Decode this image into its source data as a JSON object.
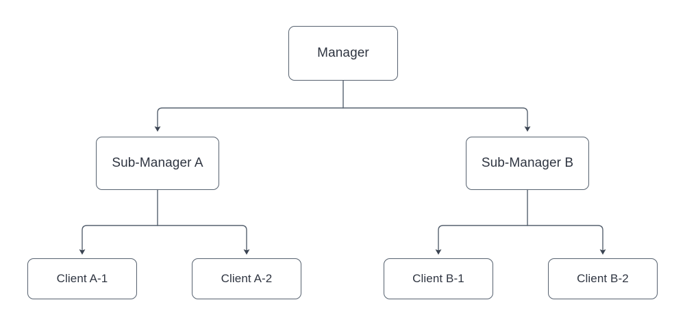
{
  "diagram": {
    "type": "hierarchy-flowchart",
    "orientation": "top-down",
    "background_color": "#ffffff",
    "node_fill_color": "#ffffff",
    "node_border_color": "#55606e",
    "edge_color": "#55606e",
    "text_color": "#2e3440",
    "levels": 3,
    "nodes": [
      {
        "id": "manager",
        "label": "Manager",
        "level": 1
      },
      {
        "id": "sub_a",
        "label": "Sub-Manager A",
        "level": 2
      },
      {
        "id": "sub_b",
        "label": "Sub-Manager B",
        "level": 2
      },
      {
        "id": "client_a1",
        "label": "Client A-1",
        "level": 3
      },
      {
        "id": "client_a2",
        "label": "Client A-2",
        "level": 3
      },
      {
        "id": "client_b1",
        "label": "Client B-1",
        "level": 3
      },
      {
        "id": "client_b2",
        "label": "Client B-2",
        "level": 3
      }
    ],
    "edges": [
      {
        "from": "manager",
        "to": "sub_a",
        "style": "orthogonal",
        "arrow": "end"
      },
      {
        "from": "manager",
        "to": "sub_b",
        "style": "orthogonal",
        "arrow": "end"
      },
      {
        "from": "sub_a",
        "to": "client_a1",
        "style": "orthogonal",
        "arrow": "end"
      },
      {
        "from": "sub_a",
        "to": "client_a2",
        "style": "orthogonal",
        "arrow": "end"
      },
      {
        "from": "sub_b",
        "to": "client_b1",
        "style": "orthogonal",
        "arrow": "end"
      },
      {
        "from": "sub_b",
        "to": "client_b2",
        "style": "orthogonal",
        "arrow": "end"
      }
    ]
  }
}
